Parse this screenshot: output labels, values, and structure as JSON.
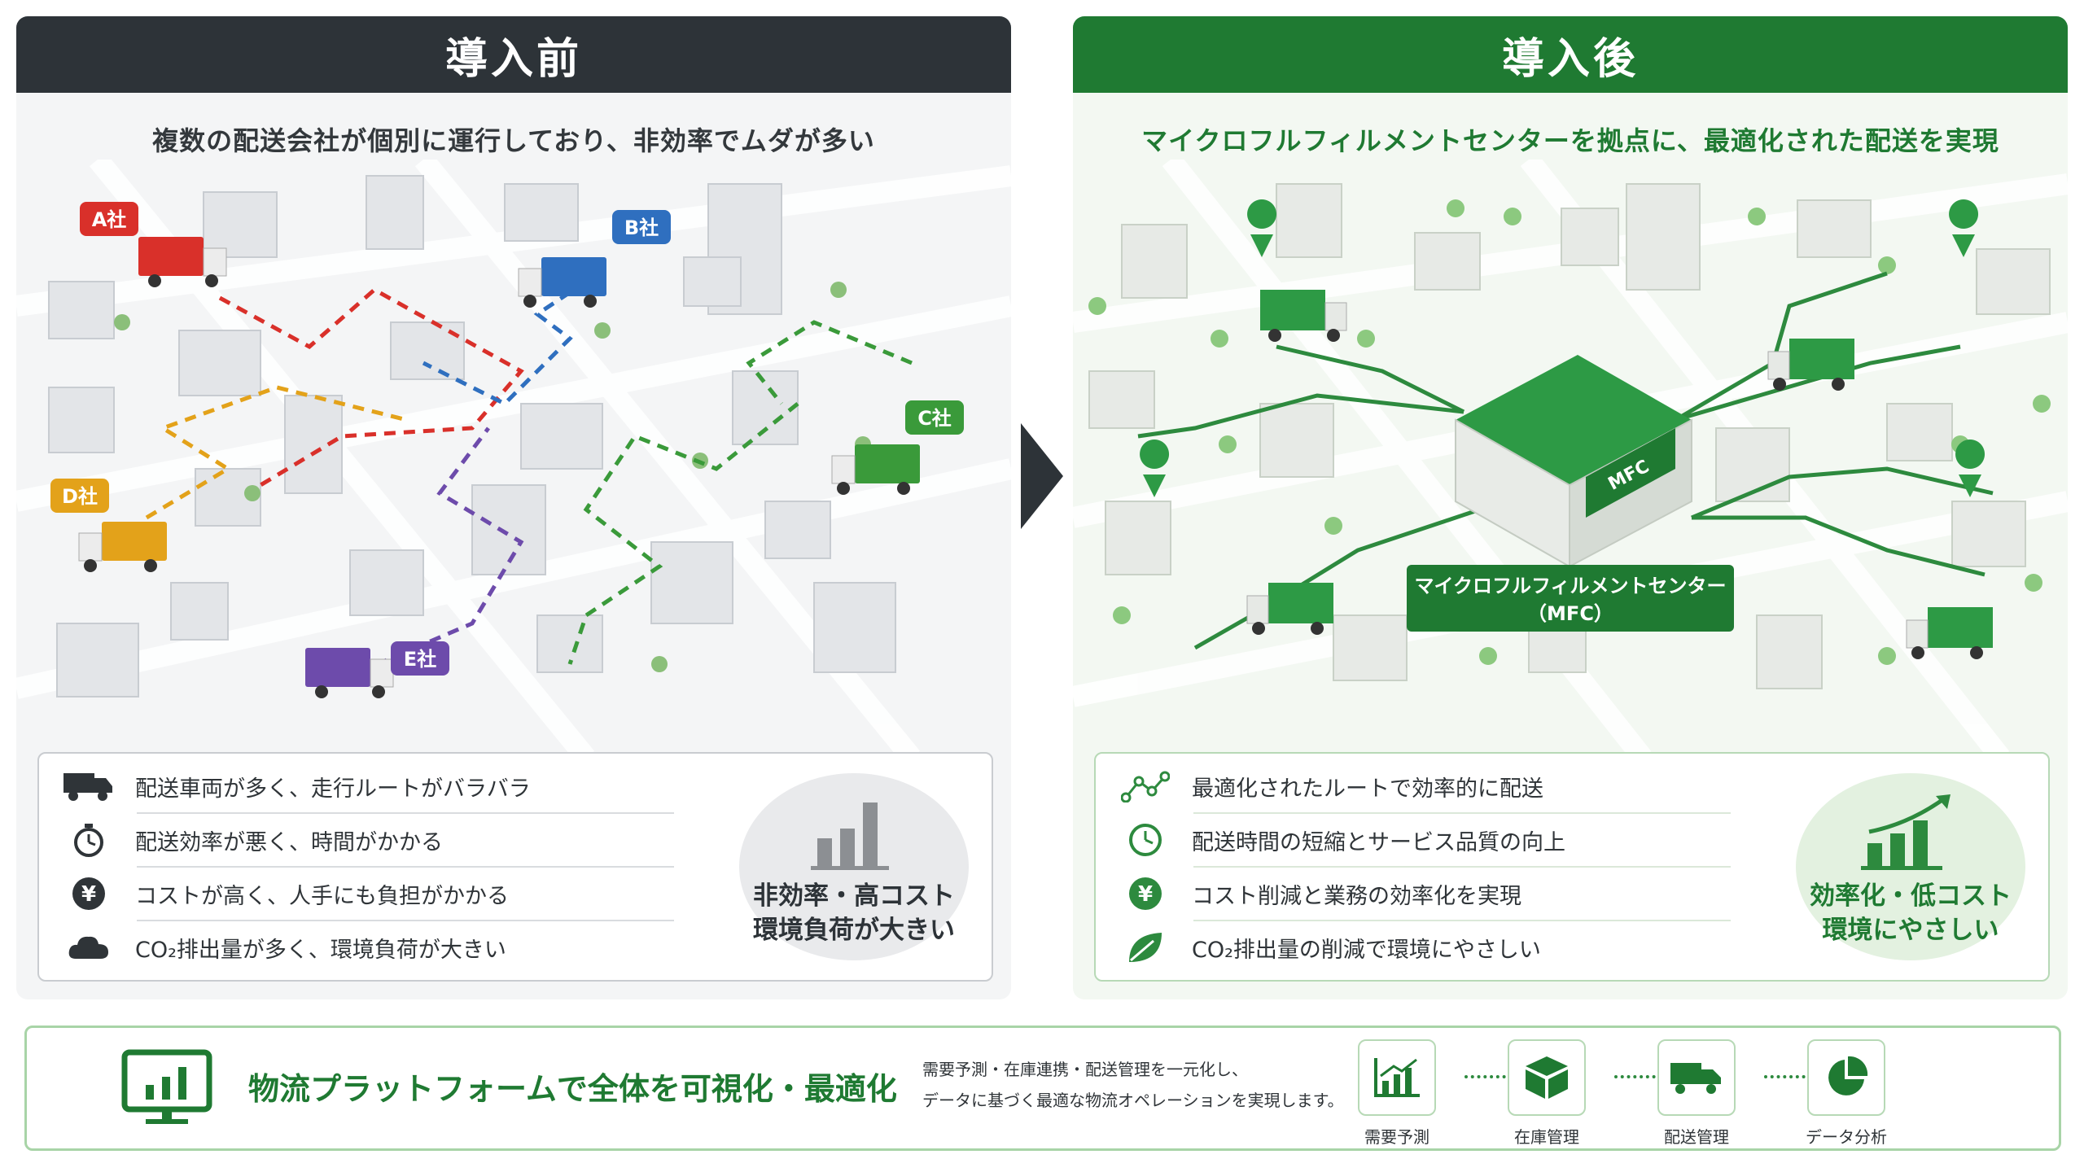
{
  "before": {
    "title": "導入前",
    "subtitle": "複数の配送会社が個別に運行しており、非効率でムダが多い",
    "companies": [
      {
        "label": "A社",
        "color": "#d9302a"
      },
      {
        "label": "B社",
        "color": "#2f6fbf"
      },
      {
        "label": "C社",
        "color": "#3a9a3a"
      },
      {
        "label": "D社",
        "color": "#e3a21a"
      },
      {
        "label": "E社",
        "color": "#6d4bab"
      }
    ],
    "items": [
      {
        "icon": "truck-icon",
        "text": "配送車両が多く、走行ルートがバラバラ"
      },
      {
        "icon": "stopwatch-icon",
        "text": "配送効率が悪く、時間がかかる"
      },
      {
        "icon": "yen-icon",
        "text": "コストが高く、人手にも負担がかかる"
      },
      {
        "icon": "co2-cloud-icon",
        "text": "CO₂排出量が多く、環境負荷が大きい"
      }
    ],
    "badge_line1": "非効率・高コスト",
    "badge_line2": "環境負荷が大きい"
  },
  "after": {
    "title": "導入後",
    "subtitle": "マイクロフルフィルメントセンターを拠点に、最適化された配送を実現",
    "mfc_sign": "MFC",
    "mfc_label_line1": "マイクロフルフィルメントセンター",
    "mfc_label_line2": "（MFC）",
    "items": [
      {
        "icon": "route-icon",
        "text": "最適化されたルートで効率的に配送"
      },
      {
        "icon": "clock-icon",
        "text": "配送時間の短縮とサービス品質の向上"
      },
      {
        "icon": "yen-icon",
        "text": "コスト削減と業務の効率化を実現"
      },
      {
        "icon": "leaf-icon",
        "text": "CO₂排出量の削減で環境にやさしい"
      }
    ],
    "badge_line1": "効率化・低コスト",
    "badge_line2": "環境にやさしい"
  },
  "platform": {
    "title": "物流プラットフォームで全体を可視化・最適化",
    "desc_line1": "需要予測・在庫連携・配送管理を一元化し、",
    "desc_line2": "データに基づく最適な物流オペレーションを実現します。",
    "tools": [
      {
        "icon": "bar-chart-icon",
        "label": "需要予測"
      },
      {
        "icon": "box-icon",
        "label": "在庫管理"
      },
      {
        "icon": "truck-icon",
        "label": "配送管理"
      },
      {
        "icon": "pie-chart-icon",
        "label": "データ分析"
      }
    ]
  },
  "colors": {
    "dark": "#2d3338",
    "green": "#1f7a32",
    "accent_green": "#2d8a3e"
  }
}
